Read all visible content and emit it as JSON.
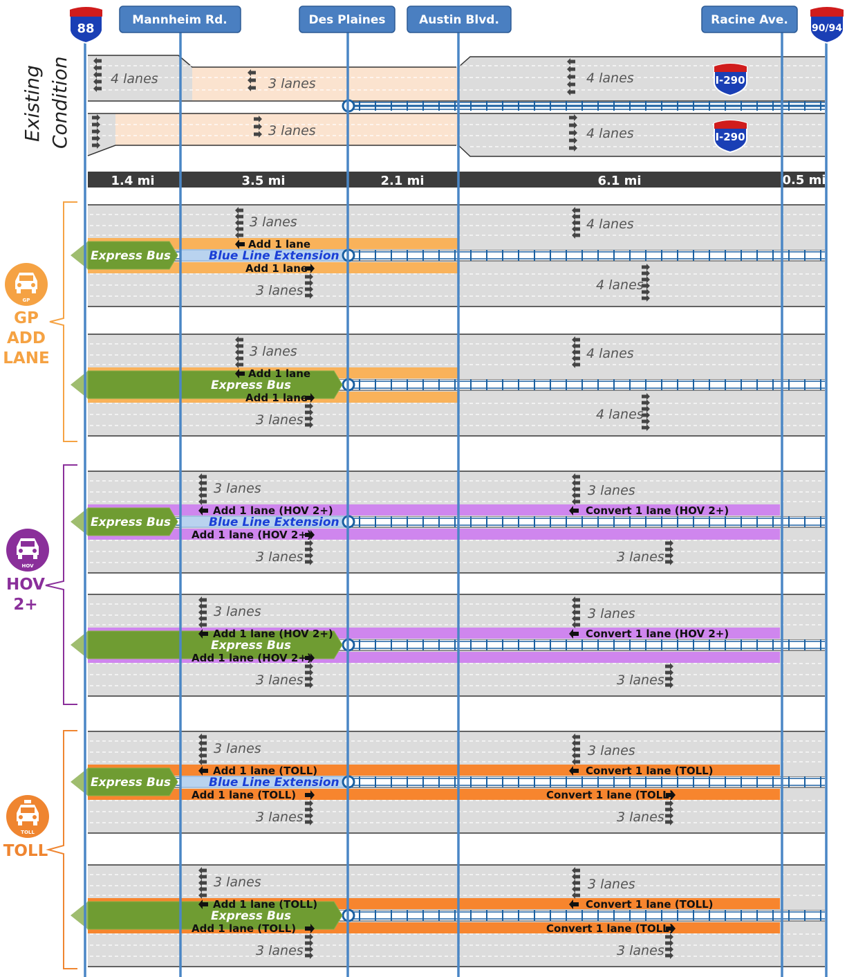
{
  "shields": {
    "left": "88",
    "right": "90/94",
    "i290": "I-290"
  },
  "locations": [
    "Mannheim Rd.",
    "Des Plaines",
    "Austin Blvd.",
    "Racine Ave."
  ],
  "existing_label": [
    "Existing",
    "Condition"
  ],
  "distances": [
    "1.4 mi",
    "3.5 mi",
    "2.1 mi",
    "6.1 mi",
    "0.5 mi"
  ],
  "sections": {
    "gp": [
      "GP",
      "ADD",
      "LANE"
    ],
    "hov": [
      "HOV",
      "2+"
    ],
    "toll": "TOLL"
  },
  "icons": {
    "gp_car": "GP",
    "hov_car": "HOV",
    "toll_car": "TOLL"
  },
  "colors": {
    "road": "#dcdcdc",
    "existing_reduced": "#fbe3cf",
    "gp_lane": "#f9b25a",
    "hov_lane": "#cf86ee",
    "toll_lane": "#f7852e",
    "bus": "#6f9c32",
    "marker": "#4a86c5",
    "location_box": "#4a7fc1",
    "gp_section": "#f5a243",
    "hov_section": "#8a2f9a",
    "toll_section": "#ef8530"
  },
  "existing": {
    "t": {
      "a": "4 lanes",
      "b": "3 lanes",
      "c": "4 lanes"
    },
    "b": {
      "b": "3 lanes",
      "c": "4 lanes"
    }
  },
  "labels": {
    "express_bus": "Express Bus",
    "blue_line": "Blue Line Extension"
  },
  "rows": [
    {
      "top_left": "3 lanes",
      "top_right": "4 lanes",
      "top_action": "Add 1 lane",
      "bottom_action": "Add 1 lane",
      "bottom_left": "3 lanes",
      "bottom_right": "4 lanes"
    },
    {
      "top_left": "3 lanes",
      "top_right": "4 lanes",
      "top_action": "Add 1 lane",
      "bottom_action": "Add 1 lane",
      "bottom_left": "3 lanes",
      "bottom_right": "4 lanes"
    },
    {
      "top_left": "3 lanes",
      "top_right": "3 lanes",
      "top_action": "Add 1 lane (HOV 2+)",
      "top_action_right": "Convert 1 lane (HOV 2+)",
      "bottom_action": "Add 1 lane (HOV 2+)",
      "bottom_left": "3 lanes",
      "bottom_right": "3 lanes"
    },
    {
      "top_left": "3 lanes",
      "top_right": "3 lanes",
      "top_action": "Add 1 lane (HOV 2+)",
      "top_action_right": "Convert 1 lane (HOV 2+)",
      "bottom_action": "Add 1 lane (HOV 2+)",
      "bottom_left": "3 lanes",
      "bottom_right": "3 lanes"
    },
    {
      "top_left": "3 lanes",
      "top_right": "3 lanes",
      "top_action": "Add 1 lane (TOLL)",
      "top_action_right": "Convert 1 lane (TOLL)",
      "bottom_action": "Add 1 lane (TOLL)",
      "bottom_action_right": "Convert 1 lane (TOLL)",
      "bottom_left": "3 lanes",
      "bottom_right": "3 lanes"
    },
    {
      "top_left": "3 lanes",
      "top_right": "3 lanes",
      "top_action": "Add 1 lane (TOLL)",
      "top_action_right": "Convert 1 lane (TOLL)",
      "bottom_action": "Add 1 lane (TOLL)",
      "bottom_action_right": "Convert 1 lane (TOLL)",
      "bottom_left": "3 lanes",
      "bottom_right": "3 lanes"
    }
  ]
}
